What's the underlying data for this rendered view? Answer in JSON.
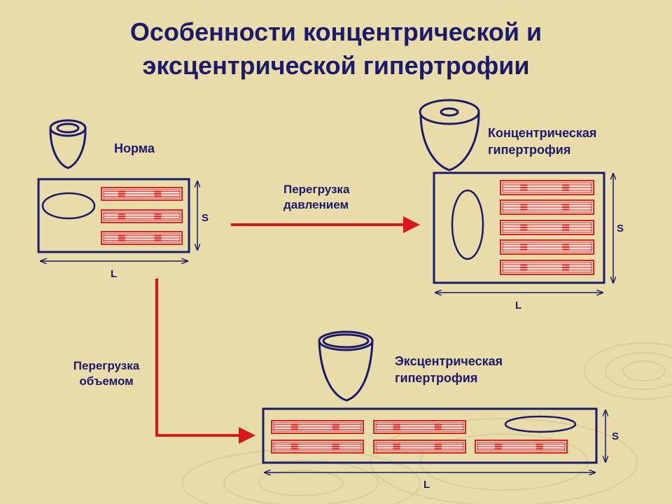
{
  "title": {
    "line1": "Особенности концентрической и",
    "line2": "эксцентрической гипертрофии"
  },
  "states": {
    "norm": {
      "label": "Норма",
      "s": "S",
      "l": "L"
    },
    "concentric": {
      "label_line1": "Концентрическая",
      "label_line2": "гипертрофия",
      "s": "S",
      "l": "L"
    },
    "eccentric": {
      "label_line1": "Эксцентрическая",
      "label_line2": "гипертрофия",
      "s": "S",
      "l": "L"
    }
  },
  "arrows": {
    "pressure": {
      "line1": "Перегрузка",
      "line2": "давлением"
    },
    "volume": {
      "line1": "Перегрузка",
      "line2": "объемом"
    }
  },
  "colors": {
    "background": "#e8dcab",
    "outline": "#1b1a6b",
    "sarcomere": "#e2221a",
    "arrow": "#d8161b",
    "fiber_fill": "#fbe3d8"
  },
  "icons": {
    "heart": "heart-cone-icon",
    "nucleus": "nucleus-icon",
    "sarcomere": "sarcomere-icon",
    "arrow": "arrow-right-icon"
  }
}
